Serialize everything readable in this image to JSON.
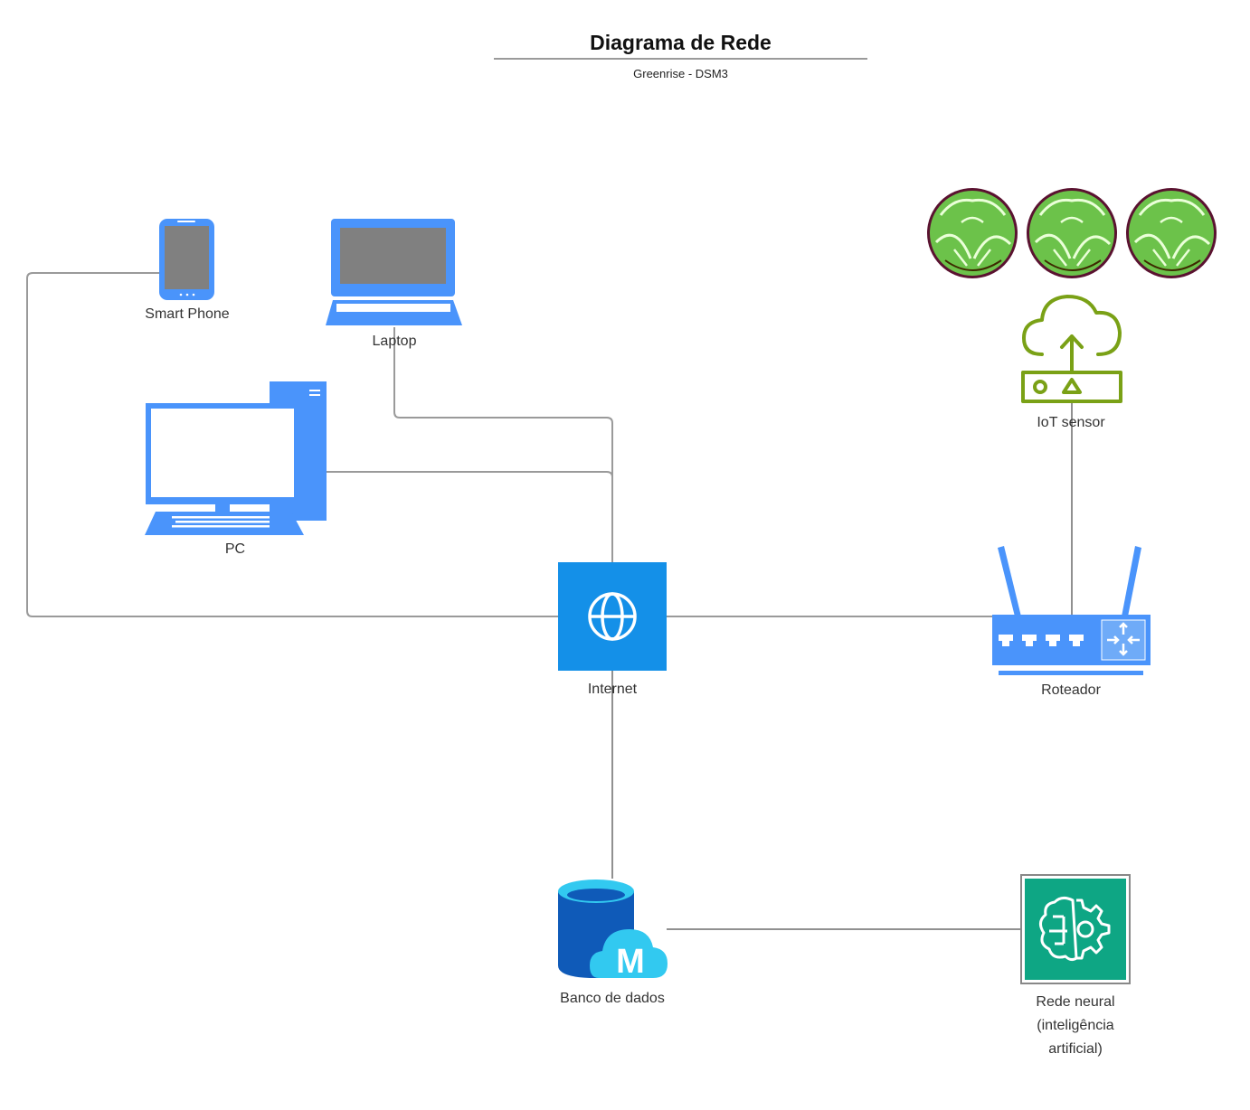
{
  "header": {
    "title": "Diagrama de Rede",
    "subtitle": "Greenrise - DSM3"
  },
  "nodes": {
    "smartphone": {
      "label": "Smart Phone",
      "icon": "smartphone-icon"
    },
    "laptop": {
      "label": "Laptop",
      "icon": "laptop-icon"
    },
    "pc": {
      "label": "PC",
      "icon": "desktop-pc-icon"
    },
    "internet": {
      "label": "Internet",
      "icon": "globe-icon"
    },
    "router": {
      "label": "Roteador",
      "icon": "router-icon"
    },
    "iot": {
      "label": "IoT sensor",
      "icon": "iot-cloud-sensor-icon"
    },
    "lettuces": {
      "count": 3,
      "icon": "lettuce-icon"
    },
    "database": {
      "label": "Banco de dados",
      "icon": "database-m-icon"
    },
    "neural": {
      "label_line1": "Rede neural",
      "label_line2": "(inteligência",
      "label_line3": "artificial)",
      "icon": "brain-gear-icon"
    }
  },
  "colors": {
    "device_blue": "#4a94fb",
    "internet_blue": "#1490e8",
    "iot_green": "#7aa116",
    "lettuce_green": "#6cc24a",
    "neural_teal": "#0ea684",
    "connector_gray": "#9a9a9a",
    "connector_dark": "#222222"
  }
}
